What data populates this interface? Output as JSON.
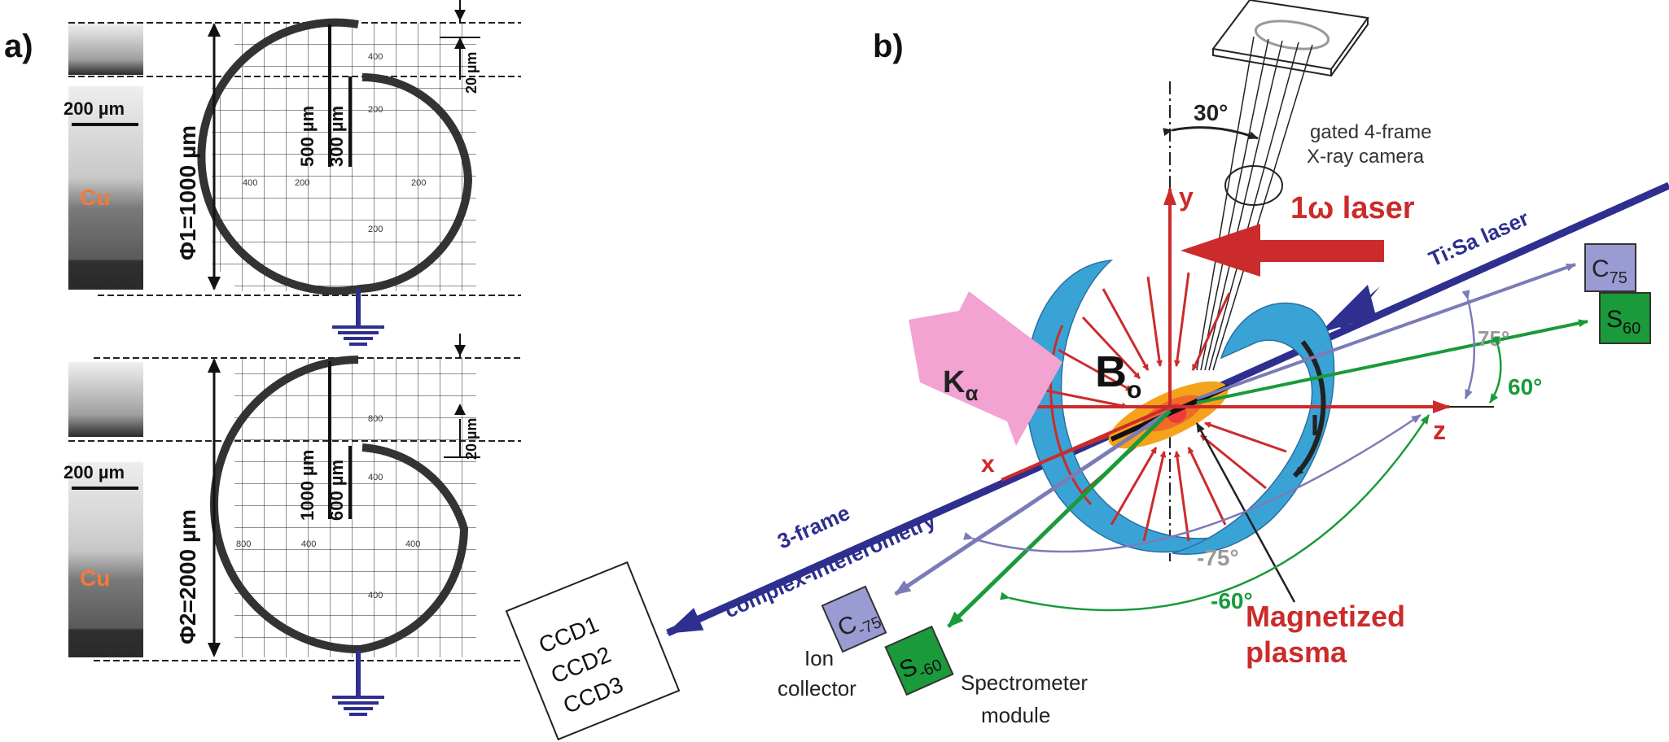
{
  "panels": {
    "a_label": "a)",
    "b_label": "b)"
  },
  "panel_a": {
    "top": {
      "scale_bar": "200 µm",
      "material": "Cu",
      "diameter": "Φ1=1000 µm",
      "dim_outer": "500 µm",
      "dim_inner": "300 µm",
      "gap": "20 µm",
      "ticks": {
        "up": "400",
        "up2": "200",
        "left_far": "400",
        "left_near": "200",
        "right": "200",
        "down": "200"
      }
    },
    "bottom": {
      "scale_bar": "200 µm",
      "material": "Cu",
      "diameter": "Φ2=2000 µm",
      "dim_outer": "1000 µm",
      "dim_inner": "600 µm",
      "gap": "20 µm",
      "ticks": {
        "up": "800",
        "up2": "400",
        "left_far": "800",
        "left_near": "400",
        "right": "400",
        "down": "400"
      }
    }
  },
  "panel_b": {
    "camera": {
      "line1": "gated 4-frame",
      "line2": "X-ray camera"
    },
    "angle_camera": "30°",
    "axis_y": "y",
    "axis_z": "z",
    "axis_x": "x",
    "laser_1w": "1ω laser",
    "tisa_laser": "Ti:Sa laser",
    "field_B": "B",
    "field_B_sub": "o",
    "current_I": "I",
    "kalpha": "K",
    "kalpha_sub": "α",
    "c75_main": "C",
    "c75_sub": "75",
    "s60_main": "S",
    "s60_sub": "60",
    "cm75_main": "C",
    "cm75_sub": "-75",
    "sm60_main": "S",
    "sm60_sub": "-60",
    "angle_75": "75°",
    "angle_60": "60°",
    "angle_m75": "-75°",
    "angle_m60": "-60°",
    "interf_line1": "3-frame",
    "interf_line2": "complex-inteferometry",
    "ccd": [
      "CCD1",
      "CCD2",
      "CCD3"
    ],
    "ion": {
      "line1": "Ion",
      "line2": "collector"
    },
    "spectrometer": {
      "line1": "Spectrometer",
      "line2": "module"
    },
    "plasma": {
      "line1": "Magnetized",
      "line2": "plasma"
    }
  },
  "colors": {
    "red": "#cc2b2b",
    "navy": "#2e2f8f",
    "cyan": "#3aa3d6",
    "green": "#1a9a3a",
    "lavender": "#9b9bd3",
    "pink": "#f2a3d2",
    "orange": "#f5a21b"
  }
}
